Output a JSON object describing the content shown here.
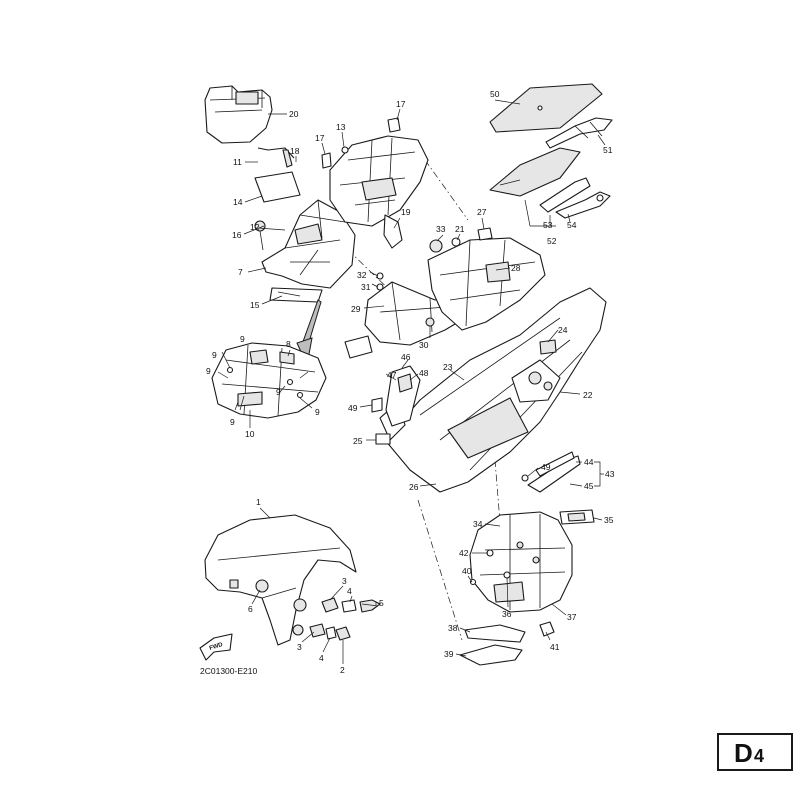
{
  "diagram": {
    "drawing_code": "2C01300-E210",
    "page_code_main": "D",
    "page_code_sub": "4",
    "fwd_label": "FWD",
    "callouts": [
      {
        "id": "c1",
        "label": "1"
      },
      {
        "id": "c2",
        "label": "2"
      },
      {
        "id": "c3a",
        "label": "3"
      },
      {
        "id": "c3b",
        "label": "3"
      },
      {
        "id": "c4a",
        "label": "4"
      },
      {
        "id": "c4b",
        "label": "4"
      },
      {
        "id": "c5",
        "label": "5"
      },
      {
        "id": "c6",
        "label": "6"
      },
      {
        "id": "c7",
        "label": "7"
      },
      {
        "id": "c8",
        "label": "8"
      },
      {
        "id": "c9a",
        "label": "9"
      },
      {
        "id": "c9b",
        "label": "9"
      },
      {
        "id": "c9c",
        "label": "9"
      },
      {
        "id": "c9d",
        "label": "9"
      },
      {
        "id": "c9e",
        "label": "9"
      },
      {
        "id": "c9f",
        "label": "9"
      },
      {
        "id": "c10",
        "label": "10"
      },
      {
        "id": "c11",
        "label": "11"
      },
      {
        "id": "c12",
        "label": "12"
      },
      {
        "id": "c13",
        "label": "13"
      },
      {
        "id": "c14",
        "label": "14"
      },
      {
        "id": "c15",
        "label": "15"
      },
      {
        "id": "c16",
        "label": "16"
      },
      {
        "id": "c17a",
        "label": "17"
      },
      {
        "id": "c17b",
        "label": "17"
      },
      {
        "id": "c18",
        "label": "18"
      },
      {
        "id": "c19",
        "label": "19"
      },
      {
        "id": "c20",
        "label": "20"
      },
      {
        "id": "c21",
        "label": "21"
      },
      {
        "id": "c22",
        "label": "22"
      },
      {
        "id": "c23",
        "label": "23"
      },
      {
        "id": "c24",
        "label": "24"
      },
      {
        "id": "c25",
        "label": "25"
      },
      {
        "id": "c26",
        "label": "26"
      },
      {
        "id": "c27",
        "label": "27"
      },
      {
        "id": "c28",
        "label": "28"
      },
      {
        "id": "c29",
        "label": "29"
      },
      {
        "id": "c30",
        "label": "30"
      },
      {
        "id": "c31",
        "label": "31"
      },
      {
        "id": "c32",
        "label": "32"
      },
      {
        "id": "c33",
        "label": "33"
      },
      {
        "id": "c34",
        "label": "34"
      },
      {
        "id": "c35",
        "label": "35"
      },
      {
        "id": "c36",
        "label": "36"
      },
      {
        "id": "c37",
        "label": "37"
      },
      {
        "id": "c38",
        "label": "38"
      },
      {
        "id": "c39",
        "label": "39"
      },
      {
        "id": "c40",
        "label": "40"
      },
      {
        "id": "c41",
        "label": "41"
      },
      {
        "id": "c42",
        "label": "42"
      },
      {
        "id": "c43",
        "label": "43"
      },
      {
        "id": "c44",
        "label": "44"
      },
      {
        "id": "c45",
        "label": "45"
      },
      {
        "id": "c46",
        "label": "46"
      },
      {
        "id": "c47",
        "label": "47"
      },
      {
        "id": "c48",
        "label": "48"
      },
      {
        "id": "c49a",
        "label": "49"
      },
      {
        "id": "c49b",
        "label": "49"
      },
      {
        "id": "c50",
        "label": "50"
      },
      {
        "id": "c51",
        "label": "51"
      },
      {
        "id": "c52",
        "label": "52"
      },
      {
        "id": "c53",
        "label": "53"
      },
      {
        "id": "c54",
        "label": "54"
      }
    ]
  }
}
